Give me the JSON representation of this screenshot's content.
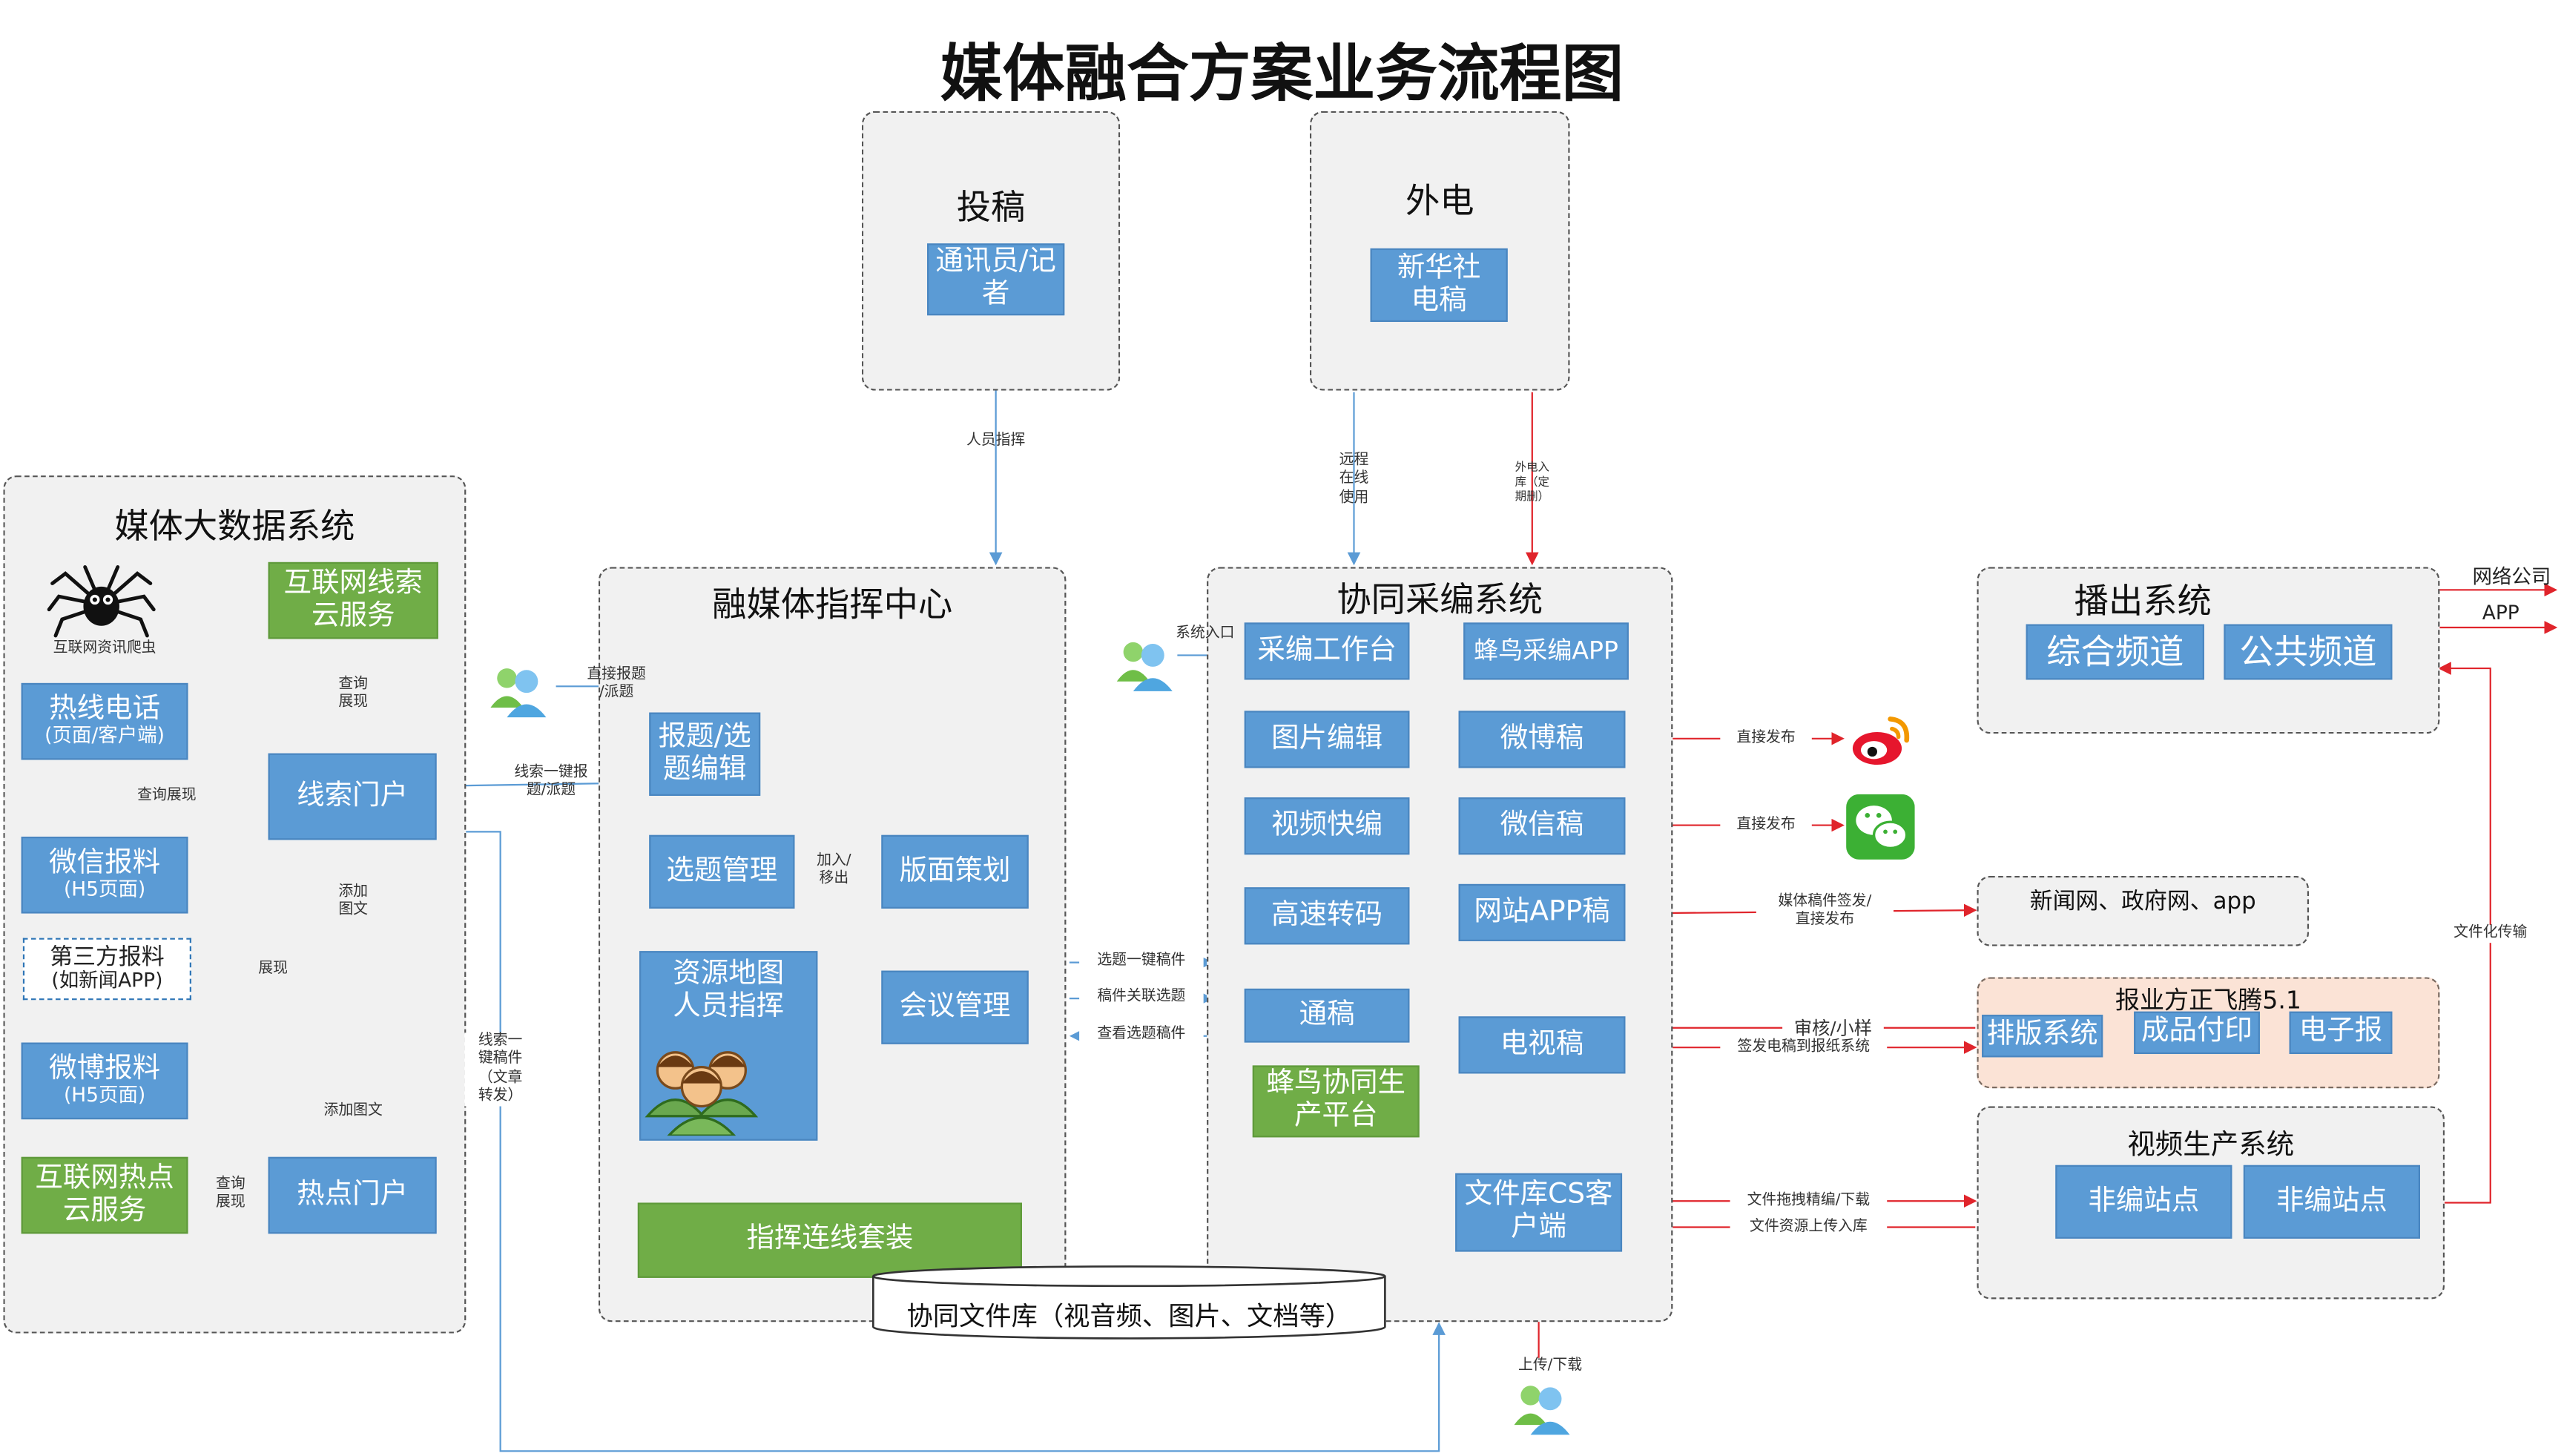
{
  "title": "媒体融合方案业务流程图",
  "panels": {
    "tougao": {
      "title": "投稿",
      "box": "通讯员/记\n者"
    },
    "waidian": {
      "title": "外电",
      "box": "新华社\n电稿"
    },
    "bigdata": {
      "title": "媒体大数据系统",
      "spider_label": "互联网资讯爬虫",
      "boxes": {
        "internet_clue": "互联网线索\n云服务",
        "hotline": "热线电话",
        "hotline_sub": "(页面/客户端)",
        "wechat_report": "微信报料",
        "wechat_report_sub": "(H5页面)",
        "third_report": "第三方报料",
        "third_report_sub": "(如新闻APP)",
        "weibo_report": "微博报料",
        "weibo_report_sub": "(H5页面)",
        "internet_hot": "互联网热点\n云服务",
        "clue_portal": "线索门户",
        "hot_portal": "热点门户"
      }
    },
    "command": {
      "title": "融媒体指挥中心",
      "boxes": {
        "report_edit": "报题/选\n题编辑",
        "topic_mgmt": "选题管理",
        "layout_plan": "版面策划",
        "resource_map": "资源地图\n人员指挥",
        "meeting": "会议管理",
        "command_kit": "指挥连线套装"
      }
    },
    "collab": {
      "title": "协同采编系统",
      "boxes": {
        "workbench": "采编工作台",
        "hummingbird_app": "蜂鸟采编APP",
        "image_edit": "图片编辑",
        "weibo_draft": "微博稿",
        "video_edit": "视频快编",
        "wechat_draft": "微信稿",
        "transcode": "高速转码",
        "web_app_draft": "网站APP稿",
        "tongbian": "通稿",
        "tv_draft": "电视稿",
        "hummingbird_platform": "蜂鸟协同生\n产平台",
        "file_cs": "文件库CS客\n户端"
      }
    },
    "broadcast": {
      "title": "播出系统",
      "ch1": "综合频道",
      "ch2": "公共频道"
    },
    "news_web": {
      "text": "新闻网、政府网、app"
    },
    "newspaper": {
      "title": "报业方正飞腾5.1",
      "b1": "排版系统",
      "b2": "成品付印",
      "b3": "电子报"
    },
    "video": {
      "title": "视频生产系统",
      "b1": "非编站点",
      "b2": "非编站点"
    }
  },
  "file_lib": "协同文件库（视音频、图片、文档等）",
  "edge_labels": {
    "renyuan_zhihui": "人员指挥",
    "yuancheng": "远程\n在线\n使用",
    "waidian_ruku": "外电入\n库（定\n期删）",
    "chaxun_zhanxian1": "查询\n展现",
    "chaxun_zhanxian2": "查询展现",
    "zhanxian": "展现",
    "tianjia_tuwen1": "添加\n图文",
    "tianjia_tuwen2": "添加图文",
    "chaxun_zhanxian3": "查询\n展现",
    "zhijie_baoti": "直接报题\n/派题",
    "xiansuo_baoti": "线索一键报\n题/派题",
    "jiaru_yichu": "加入/\n移出",
    "xiansuo_gaojian": "线索一\n键稿件\n（文章\n转发）",
    "xuanti_gaojian": "选题一键稿件",
    "gaojian_guanlian": "稿件关联选题",
    "chakan_xuanti": "查看选题稿件",
    "xitong_rukou": "系统入口",
    "zhijie_fabu1": "直接发布",
    "zhijie_fabu2": "直接发布",
    "qianfa": "媒体稿件签发/\n直接发布",
    "shenhe": "审核/小样",
    "qianfa_baozhi": "签发电稿到报纸系统",
    "wenjian_tuoyao": "文件拖拽精编/下载",
    "wenjian_shangchuan": "文件资源上传入库",
    "shangchuan_xiazai": "上传/下载",
    "wenjian_chuanshu": "文件化传输",
    "wangluo_gongsi": "网络公司",
    "app": "APP"
  },
  "colors": {
    "blue": "#5b9bd5",
    "green": "#70ad47",
    "arrow_blue": "#5b9bd5",
    "arrow_red": "#e0242b",
    "peach": "#fbe3d6"
  }
}
